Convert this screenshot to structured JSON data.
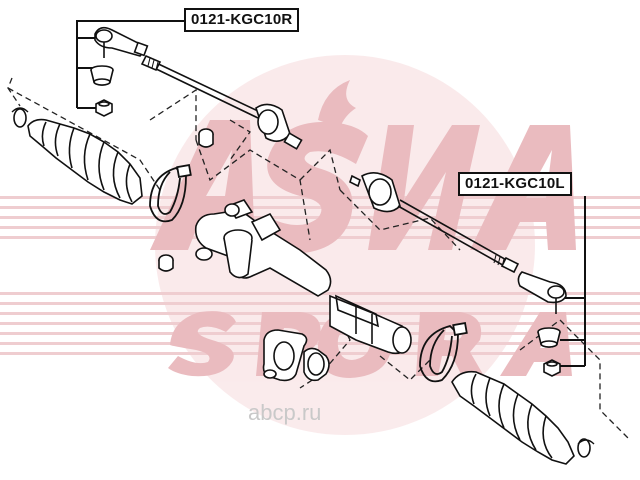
{
  "labels": {
    "part_right": "0121-KGC10R",
    "part_left": "0121-KGC10L"
  },
  "watermark": {
    "site": "abcp.ru"
  },
  "colors": {
    "watermark_red": "#e8b4b8",
    "line": "#111111",
    "label_border": "#111111"
  }
}
